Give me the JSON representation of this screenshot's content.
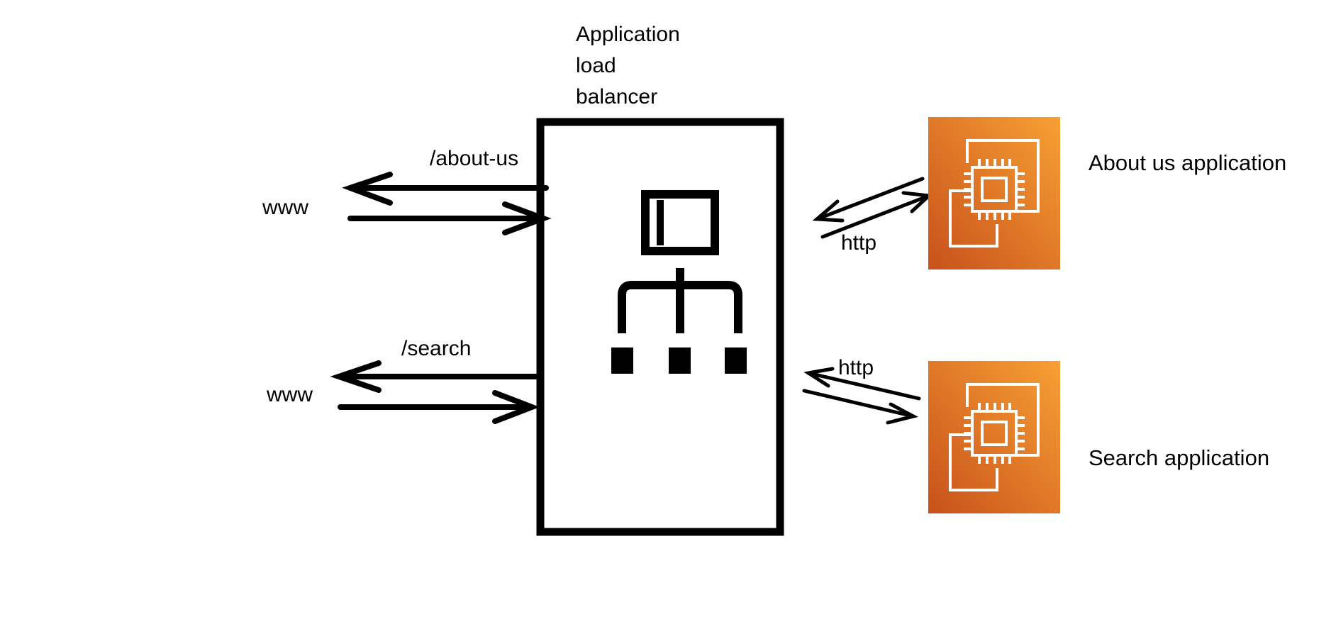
{
  "load_balancer": {
    "title_lines": [
      "Application",
      "load",
      "balancer"
    ]
  },
  "routes": [
    {
      "path": "/about-us",
      "source": "www"
    },
    {
      "path": "/search",
      "source": "www"
    }
  ],
  "targets": [
    {
      "name": "About us application",
      "protocol": "http",
      "icon": "ec2-instances-icon"
    },
    {
      "name": "Search application",
      "protocol": "http",
      "icon": "ec2-instances-icon"
    }
  ],
  "colors": {
    "stroke": "#000000",
    "ec2_gradient_start": "#C8511B",
    "ec2_gradient_end": "#F7A034",
    "icon_line": "#ffffff"
  }
}
